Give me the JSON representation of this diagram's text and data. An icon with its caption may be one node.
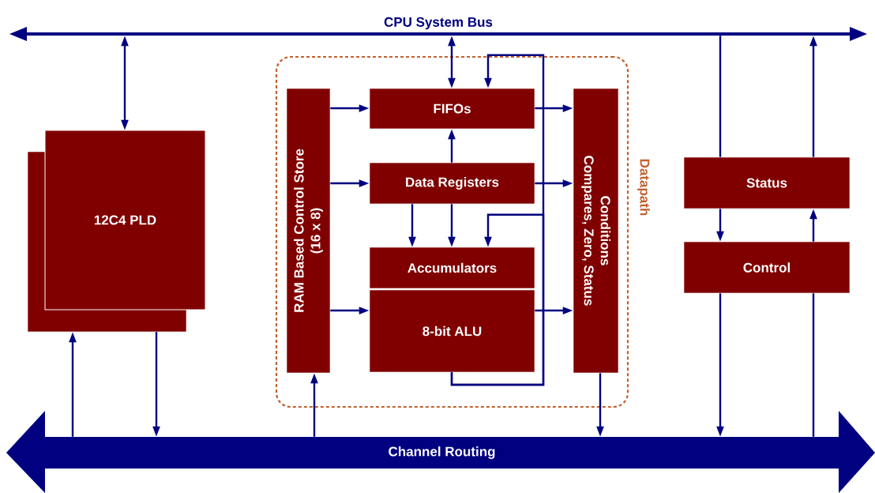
{
  "diagram": {
    "nodes": [
      {
        "text": [
          "CPU System Bus"
        ]
      },
      {
        "text": [
          "12C4 PLD"
        ]
      },
      {
        "text": [
          "Datapath"
        ]
      },
      {
        "text": [
          "RAM Based Control Store (16 x 8)"
        ],
        "in": 2
      },
      {
        "text": [
          "FIFOs"
        ],
        "in": 2
      },
      {
        "text": [
          "Data Registers"
        ],
        "in": 2
      },
      {
        "text": [
          "Accumulators"
        ],
        "in": 2
      },
      {
        "text": [
          "8-bit ALU"
        ],
        "in": 2
      },
      {
        "text": [
          "Conditions",
          "Compares, Zero, Status"
        ],
        "in": 2
      },
      {
        "text": [
          "Status"
        ]
      },
      {
        "text": [
          "Control"
        ]
      },
      {
        "text": [
          "Channel Routing"
        ]
      }
    ],
    "edges": [
      {
        "from": 0,
        "to": 1,
        "arrow": "both"
      },
      {
        "from": 0,
        "to": 4,
        "arrow": "both"
      },
      {
        "from": 7,
        "to": 4,
        "arrow": "to"
      },
      {
        "from": 7,
        "to": 6,
        "arrow": "to"
      },
      {
        "from": 3,
        "to": 4,
        "arrow": "to"
      },
      {
        "from": 3,
        "to": 5,
        "arrow": "to"
      },
      {
        "from": 3,
        "to": 7,
        "arrow": "to"
      },
      {
        "from": 5,
        "to": 4,
        "arrow": "to"
      },
      {
        "from": 5,
        "to": 6,
        "arrow": "to"
      },
      {
        "from": 5,
        "to": 6,
        "arrow": "to"
      },
      {
        "from": 4,
        "to": 8,
        "arrow": "to"
      },
      {
        "from": 5,
        "to": 8,
        "arrow": "to"
      },
      {
        "from": 7,
        "to": 8,
        "arrow": "to"
      },
      {
        "from": 8,
        "to": 11,
        "arrow": "to"
      },
      {
        "from": 11,
        "to": 3,
        "arrow": "to"
      },
      {
        "from": 11,
        "to": 1,
        "arrow": "to"
      },
      {
        "from": 1,
        "to": 11,
        "arrow": "to"
      },
      {
        "from": 0,
        "to": 9,
        "arrow": "none"
      },
      {
        "from": 9,
        "to": 10,
        "arrow": "to"
      },
      {
        "from": 10,
        "to": 11,
        "arrow": "to"
      },
      {
        "from": 11,
        "to": 10,
        "arrow": "none"
      },
      {
        "from": 10,
        "to": 9,
        "arrow": "to"
      },
      {
        "from": 9,
        "to": 0,
        "arrow": "to"
      }
    ]
  }
}
